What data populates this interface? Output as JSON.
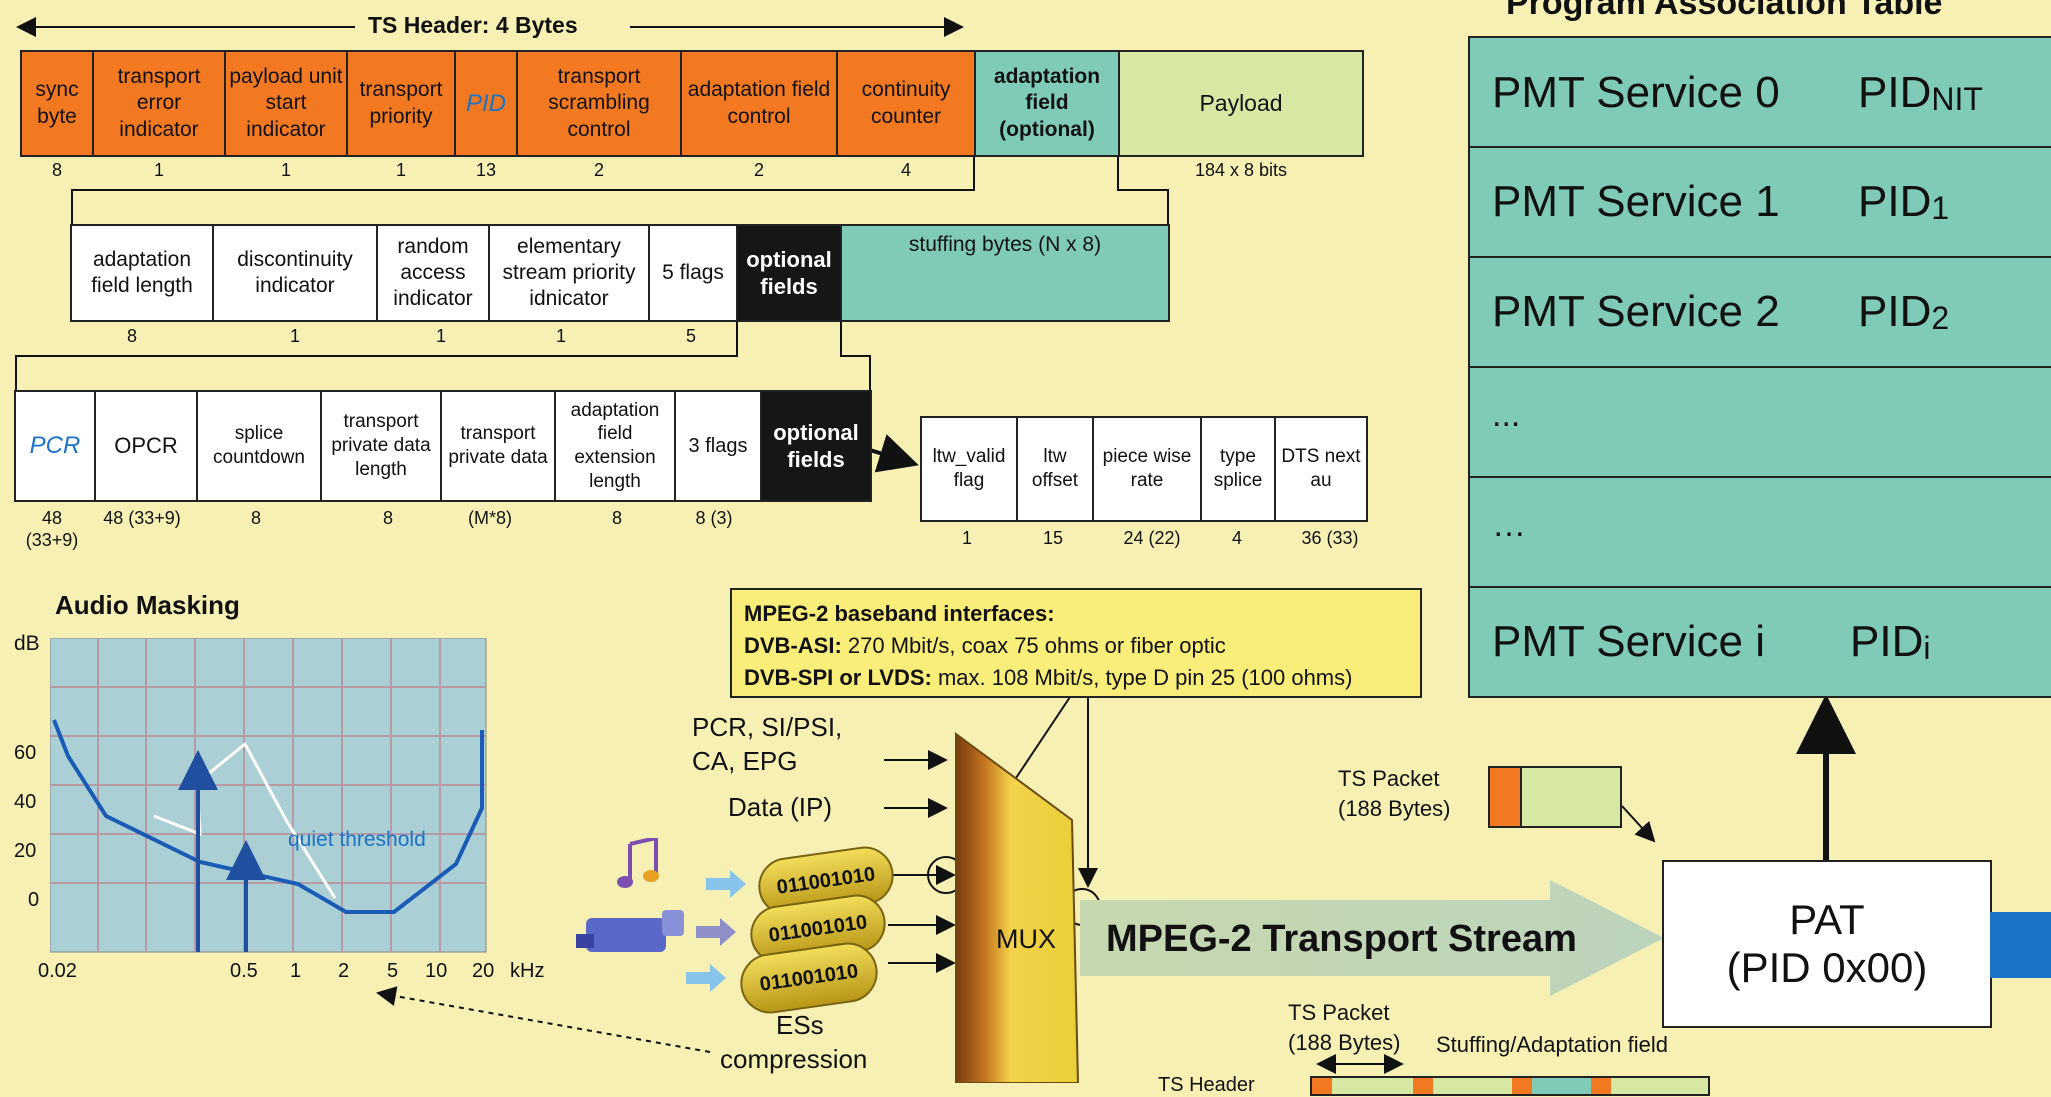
{
  "ts_header": {
    "title": "TS Header: 4 Bytes",
    "fields": [
      {
        "label": "sync byte",
        "bits": "8"
      },
      {
        "label": "transport error indicator",
        "bits": "1"
      },
      {
        "label": "payload unit start indicator",
        "bits": "1"
      },
      {
        "label": "transport priority",
        "bits": "1"
      },
      {
        "label": "PID",
        "bits": "13"
      },
      {
        "label": "transport scrambling control",
        "bits": "2"
      },
      {
        "label": "adaptation field control",
        "bits": "2"
      },
      {
        "label": "continuity counter",
        "bits": "4"
      }
    ],
    "adaptation_field": "adaptation field (optional)",
    "payload": "Payload",
    "payload_bits": "184 x 8 bits"
  },
  "adaptation_row": {
    "fields": [
      {
        "label": "adaptation field length",
        "bits": "8"
      },
      {
        "label": "discontinuity indicator",
        "bits": "1"
      },
      {
        "label": "random access indicator",
        "bits": "1"
      },
      {
        "label": "elementary stream priority idnicator",
        "bits": "1"
      },
      {
        "label": "5 flags",
        "bits": "5"
      }
    ],
    "optional": "optional fields",
    "stuffing": "stuffing bytes (N x 8)"
  },
  "optional_row": {
    "fields": [
      {
        "label": "PCR",
        "bits": "48 (33+9)"
      },
      {
        "label": "OPCR",
        "bits": "48 (33+9)"
      },
      {
        "label": "splice countdown",
        "bits": "8"
      },
      {
        "label": "transport private data length",
        "bits": "8"
      },
      {
        "label": "transport private data",
        "bits": "(M*8)"
      },
      {
        "label": "adaptation field extension length",
        "bits": "8"
      },
      {
        "label": "3 flags",
        "bits": "8 (3)"
      }
    ],
    "optional": "optional fields"
  },
  "extension_row": {
    "fields": [
      {
        "label": "ltw_valid flag",
        "bits": "1"
      },
      {
        "label": "ltw offset",
        "bits": "15"
      },
      {
        "label": "piece wise rate",
        "bits": "24 (22)"
      },
      {
        "label": "type splice",
        "bits": "4"
      },
      {
        "label": "DTS next au",
        "bits": "36 (33)"
      }
    ]
  },
  "pat_table": {
    "title": "Program Association Table",
    "rows": [
      {
        "service": "PMT Service 0",
        "pid": "PID",
        "sub": "NIT"
      },
      {
        "service": "PMT Service 1",
        "pid": "PID",
        "sub": "1"
      },
      {
        "service": "PMT Service 2",
        "pid": "PID",
        "sub": "2"
      },
      {
        "service": "...",
        "pid": "",
        "sub": ""
      },
      {
        "service": "…",
        "pid": "",
        "sub": ""
      },
      {
        "service": "PMT Service i",
        "pid": "PID",
        "sub": "i"
      }
    ]
  },
  "audio_masking": {
    "title": "Audio Masking",
    "y_unit": "dB",
    "y_ticks": [
      "60",
      "40",
      "20",
      "0"
    ],
    "x_ticks": [
      "0.02",
      "0.5",
      "1",
      "2",
      "5",
      "10",
      "20"
    ],
    "x_unit": "kHz",
    "curve_label": "quiet threshold"
  },
  "interfaces": {
    "title": "MPEG-2 baseband interfaces:",
    "line1_bold": "DVB-ASI:",
    "line1": " 270 Mbit/s, coax 75 ohms or fiber optic",
    "line2_bold": "DVB-SPI or LVDS:",
    "line2": " max. 108 Mbit/s, type D pin 25 (100 ohms)"
  },
  "mux_inputs": {
    "pcr_line1": "PCR, SI/PSI,",
    "pcr_line2": "CA, EPG",
    "data": "Data (IP)"
  },
  "mux": "MUX",
  "capsule_text": "011001010",
  "es_line1": "ESs",
  "es_line2": "compression",
  "stream_label": "MPEG-2 Transport Stream",
  "ts_packet": {
    "line1": "TS Packet",
    "line2": "(188 Bytes)"
  },
  "ts_packet_bottom": {
    "line1": "TS Packet",
    "line2": "(188 Bytes)"
  },
  "stuffing_label": "Stuffing/Adaptation field",
  "ts_header_label": "TS Header",
  "pat": {
    "line1": "PAT",
    "line2": "(PID 0x00)"
  },
  "colors": {
    "background": "#f7f0b4",
    "header_orange": "#f27922",
    "teal": "#7fcbb8",
    "payload_green": "#d6e8a4",
    "accent_blue": "#1a73c8"
  }
}
